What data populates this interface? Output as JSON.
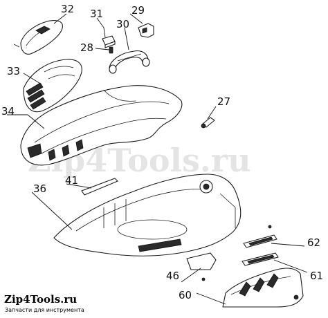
{
  "watermark": "Zip4Tools.ru",
  "footer": {
    "brand": "Zip4Tools.ru",
    "subtitle": "Запчасти для инструмента"
  },
  "callouts": [
    {
      "id": "c32",
      "label": "32"
    },
    {
      "id": "c31",
      "label": "31"
    },
    {
      "id": "c29",
      "label": "29"
    },
    {
      "id": "c30",
      "label": "30"
    },
    {
      "id": "c28",
      "label": "28"
    },
    {
      "id": "c33",
      "label": "33"
    },
    {
      "id": "c34",
      "label": "34"
    },
    {
      "id": "c27",
      "label": "27"
    },
    {
      "id": "c41",
      "label": "41"
    },
    {
      "id": "c36",
      "label": "36"
    },
    {
      "id": "c62",
      "label": "62"
    },
    {
      "id": "c61",
      "label": "61"
    },
    {
      "id": "c46",
      "label": "46"
    },
    {
      "id": "c60",
      "label": "60"
    }
  ]
}
